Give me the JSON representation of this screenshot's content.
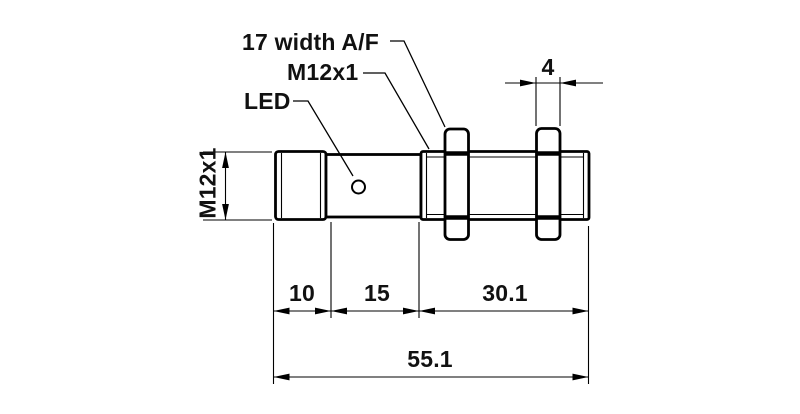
{
  "drawing": {
    "type": "technical-dimension-drawing",
    "subject": "M12 cylindrical sensor, side view with mounting nuts",
    "labels": {
      "wrench_width": "17 width A/F",
      "thread_spec_top": "M12x1",
      "led": "LED",
      "thread_spec_left": "M12x1"
    },
    "dimensions_mm": {
      "nut_thickness": "4",
      "front_section_length": "10",
      "housing_length": "15",
      "rear_thread_length": "30.1",
      "overall_length": "55.1"
    },
    "colors": {
      "line": "#000000",
      "text": "#111111",
      "background": "#ffffff"
    }
  }
}
